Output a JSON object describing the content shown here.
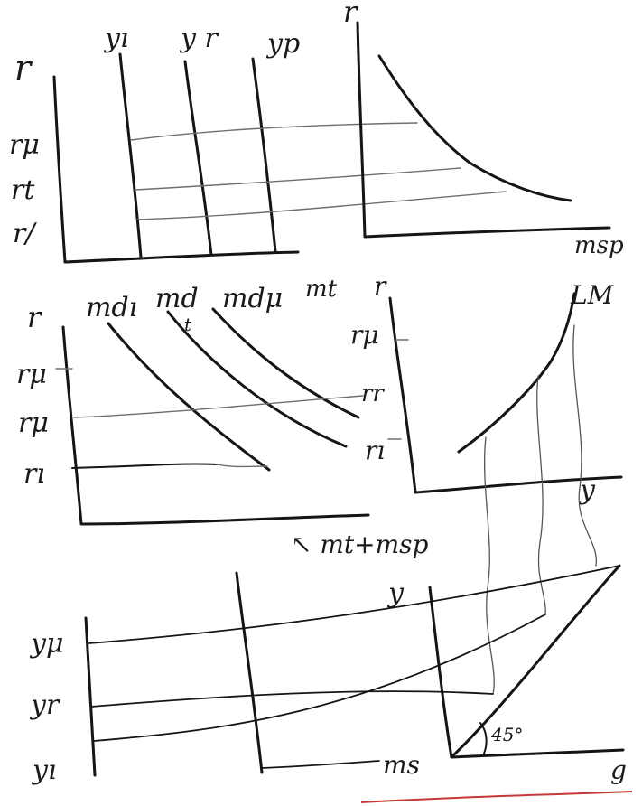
{
  "panel_top_left": {
    "axis_y_label": "r",
    "curve_labels": [
      "yı",
      "y r",
      "yp"
    ],
    "tick_labels": [
      "rμ",
      "rt",
      "r/"
    ],
    "axis_x_label": "mt"
  },
  "panel_top_right": {
    "axis_y_label": "r",
    "axis_x_label": "msp"
  },
  "panel_middle_left": {
    "axis_y_label": "r",
    "curve_labels": [
      "mdı",
      "md",
      "mdμ"
    ],
    "curve_label_subscript": "t",
    "tick_labels": [
      "rμ",
      "rμ",
      "rı"
    ],
    "axis_x_label": "↖ mt+msp"
  },
  "panel_middle_right": {
    "axis_y_label": "r",
    "curve_label": "LM",
    "tick_labels": [
      "rμ",
      "rr",
      "rı"
    ],
    "axis_x_label": "y"
  },
  "panel_bottom_left": {
    "tick_labels": [
      "yμ",
      "yr",
      "yı"
    ]
  },
  "panel_bottom_right": {
    "axis_y_label": "y",
    "angle_label": "45°",
    "origin_label": "ms",
    "axis_x_label": "g"
  },
  "colors": {
    "ink": "#151515",
    "pencil": "#6e6e6e",
    "scan_edge": "#c43a3a"
  }
}
